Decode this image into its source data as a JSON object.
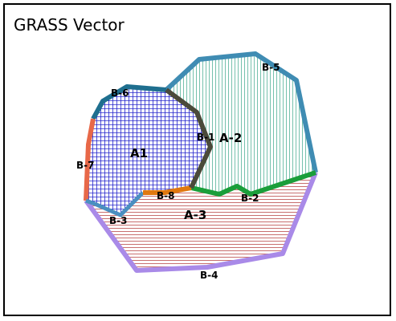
{
  "title": "GRASS Vector",
  "areas": [
    {
      "id": "A1",
      "label": "A1",
      "hatch_color": "#2222cc"
    },
    {
      "id": "A-2",
      "label": "A-2",
      "hatch_color": "#3aa68a"
    },
    {
      "id": "A-3",
      "label": "A-3",
      "hatch_color": "#b03030"
    }
  ],
  "boundaries": [
    {
      "id": "B-1",
      "label": "B-1",
      "color": "#4a4a3a"
    },
    {
      "id": "B-2",
      "label": "B-2",
      "color": "#1a9e3a"
    },
    {
      "id": "B-3",
      "label": "B-3",
      "color": "#4a8fc0"
    },
    {
      "id": "B-4",
      "label": "B-4",
      "color": "#a98ae8"
    },
    {
      "id": "B-5",
      "label": "B-5",
      "color": "#3f8cb3"
    },
    {
      "id": "B-6",
      "label": "B-6",
      "color": "#1f6f8f"
    },
    {
      "id": "B-7",
      "label": "B-7",
      "color": "#e86848"
    },
    {
      "id": "B-8",
      "label": "B-8",
      "color": "#e07810"
    }
  ]
}
